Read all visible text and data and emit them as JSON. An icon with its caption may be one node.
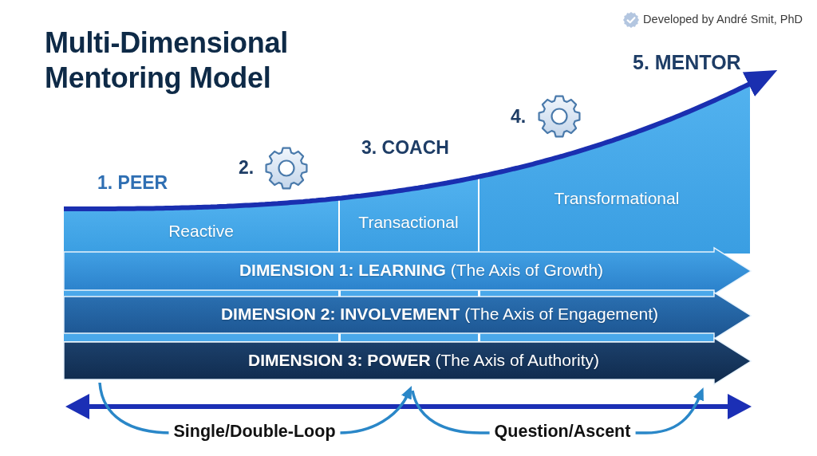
{
  "diagram": {
    "title": "Multi-Dimensional Mentoring Model",
    "nodes": [
      {
        "text": [
          "Reactive"
        ]
      },
      {
        "text": [
          "Transactional"
        ]
      },
      {
        "text": [
          "Transformational"
        ]
      },
      {
        "text": [
          "**DIMENSION 1: LEARNING** (The Axis of Growth)"
        ]
      },
      {
        "text": [
          "**DIMENSION 2: INVOLVEMENT** (The Axis of Engagement)"
        ]
      },
      {
        "text": [
          "**DIMENSION 3: POWER** (The Axis of Authority)"
        ]
      }
    ],
    "edges": [
      {
        "from": 0,
        "to": 2,
        "arrow": "to"
      }
    ],
    "labels": [
      "Developed by André Smit, PhD",
      "1. PEER",
      "2.",
      "3. COACH",
      "4.",
      "5. MENTOR",
      "Single/Double-Loop",
      "Question/Ascent"
    ]
  }
}
